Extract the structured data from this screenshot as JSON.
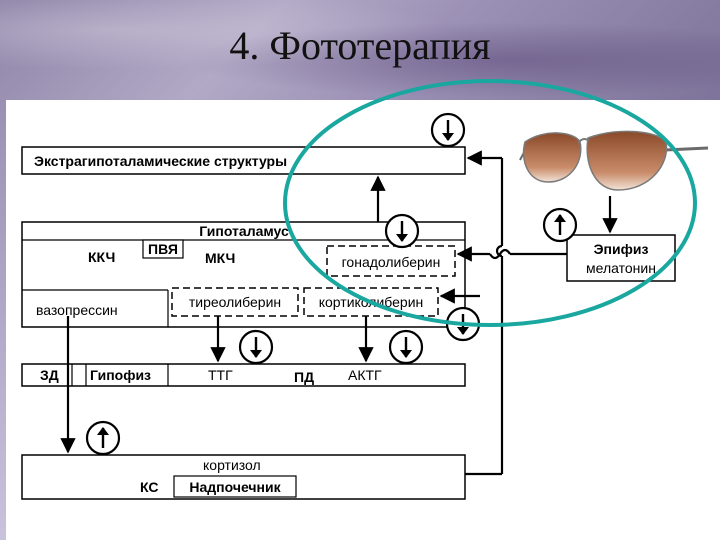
{
  "slide_title": "4. Фототерапия",
  "labels": {
    "extra": "Экстрагипоталамические структуры",
    "hypothalamus": "Гипоталамус",
    "kkch": "ККЧ",
    "pvya": "ПВЯ",
    "mkch": "МКЧ",
    "gonadoliberin": "гонадолиберин",
    "vasopressin": "вазопрессин",
    "tireoliberin": "тиреолиберин",
    "kortikoliberin": "кортиколиберин",
    "zd": "ЗД",
    "hypophysis": "Гипофиз",
    "ttg": "ТТГ",
    "pd": "ПД",
    "aktg": "АКТГ",
    "cortisol": "кортизол",
    "ks": "КС",
    "adrenal": "Надпочечник",
    "epiphysis": "Эпифиз",
    "melatonin": "мелатонин"
  },
  "colors": {
    "accent_ellipse": "#1aa7a0",
    "line": "#000000",
    "glasses_lens": "#a8603a"
  },
  "icons": {
    "regulation_down": "down-arrow-circle-icon",
    "regulation_up": "up-arrow-circle-icon",
    "sunglasses": "sunglasses-icon"
  }
}
